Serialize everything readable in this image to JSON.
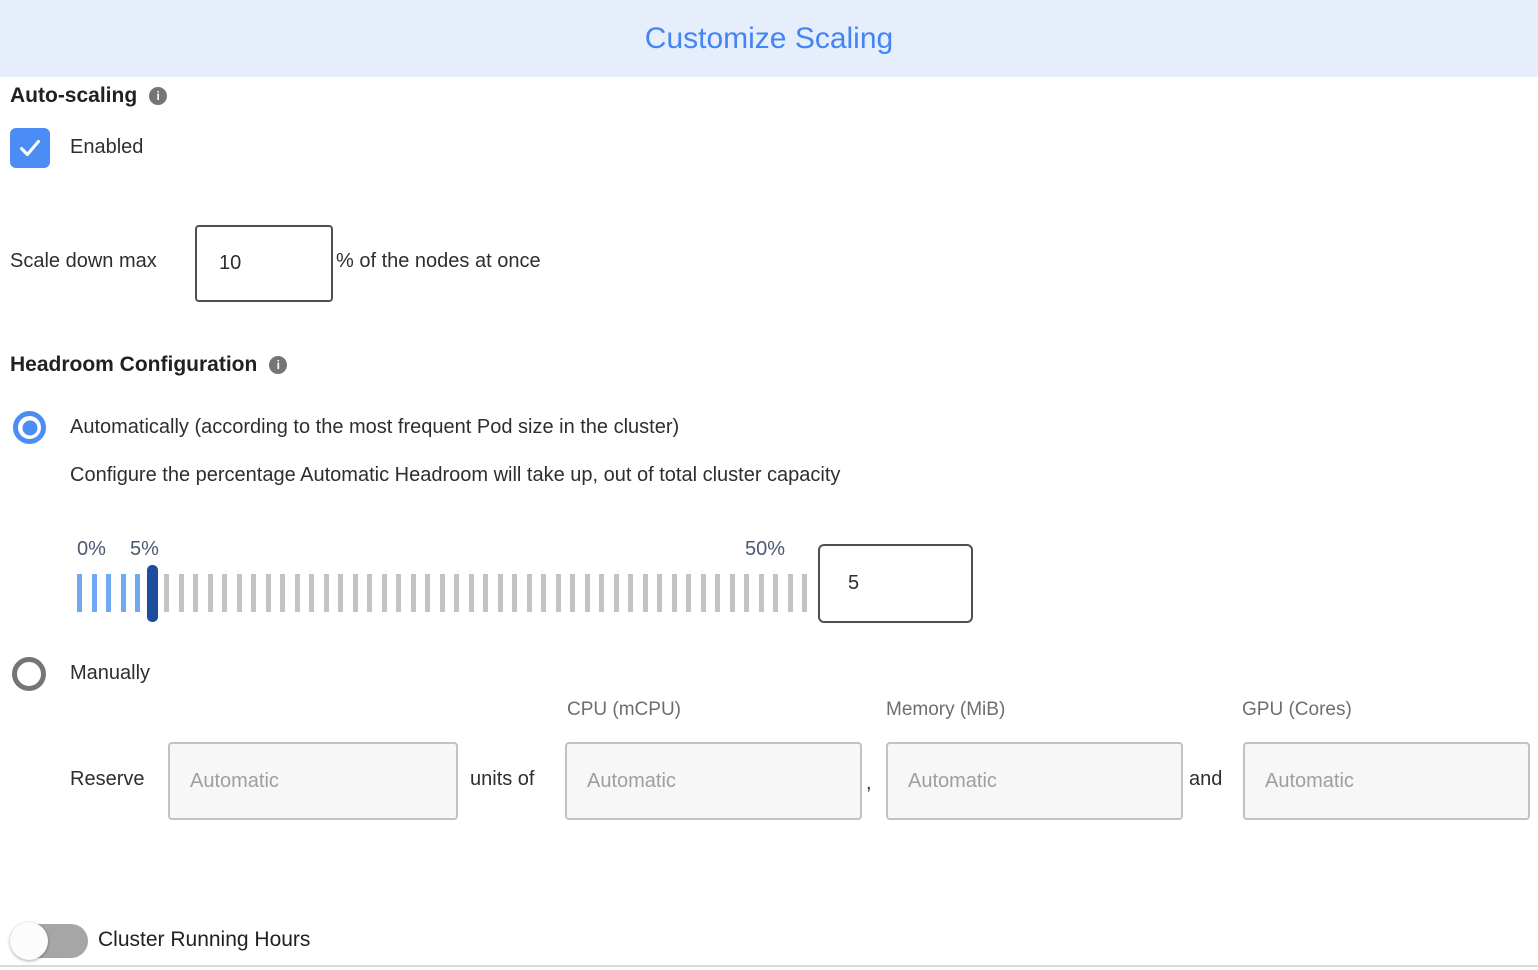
{
  "header": {
    "title": "Customize Scaling"
  },
  "auto_scaling": {
    "section_label": "Auto-scaling",
    "enabled_checkbox": {
      "label": "Enabled",
      "checked": true
    },
    "scale_down": {
      "label_before": "Scale down max",
      "value": "10",
      "label_after": "% of the nodes at once"
    }
  },
  "headroom": {
    "section_label": "Headroom Configuration",
    "automatic_option": {
      "selected": true,
      "label": "Automatically (according to the most frequent Pod size in the cluster)",
      "description": "Configure the percentage Automatic Headroom will take up, out of total cluster capacity",
      "slider": {
        "min_label": "0%",
        "current_label": "5%",
        "max_label": "50%",
        "value": "5",
        "tick_count": 51,
        "handle_index": 5
      }
    },
    "manual_option": {
      "selected": false,
      "label": "Manually",
      "columns": [
        "CPU (mCPU)",
        "Memory (MiB)",
        "GPU (Cores)"
      ],
      "reserve": {
        "label": "Reserve",
        "units_label": "units of",
        "comma": ",",
        "and_label": "and",
        "placeholder": "Automatic"
      }
    }
  },
  "cluster_running_hours": {
    "label": "Cluster Running Hours",
    "enabled": false
  },
  "colors": {
    "accent": "#4c8df5",
    "title_blue": "#4285f4",
    "header_bg": "#e6eefb",
    "tick_blue": "#6fa9f0",
    "tick_gray": "#c3c3c3",
    "handle_navy": "#1c4e9d",
    "toggle_track": "#a6a6a6"
  }
}
